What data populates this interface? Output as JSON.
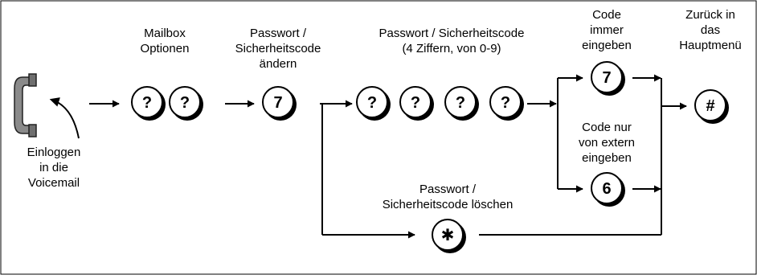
{
  "labels": {
    "login": [
      "Einloggen",
      "in die",
      "Voicemail"
    ],
    "mailbox_options": [
      "Mailbox",
      "Optionen"
    ],
    "change_code": [
      "Passwort /",
      "Sicherheitscode",
      "ändern"
    ],
    "code_entry": [
      "Passwort / Sicherheitscode",
      "(4 Ziffern, von 0-9)"
    ],
    "always_enter": [
      "Code",
      "immer",
      "eingeben"
    ],
    "extern_only": [
      "Code nur",
      "von extern",
      "eingeben"
    ],
    "back_to_menu": [
      "Zurück in",
      "das",
      "Hauptmenü"
    ],
    "delete_code": [
      "Passwort /",
      "Sicherheitscode löschen"
    ]
  },
  "keys": {
    "mailbox_1": "?",
    "mailbox_2": "?",
    "change": "7",
    "digit_1": "?",
    "digit_2": "?",
    "digit_3": "?",
    "digit_4": "?",
    "always": "7",
    "extern": "6",
    "hash": "#",
    "star": "✱"
  }
}
